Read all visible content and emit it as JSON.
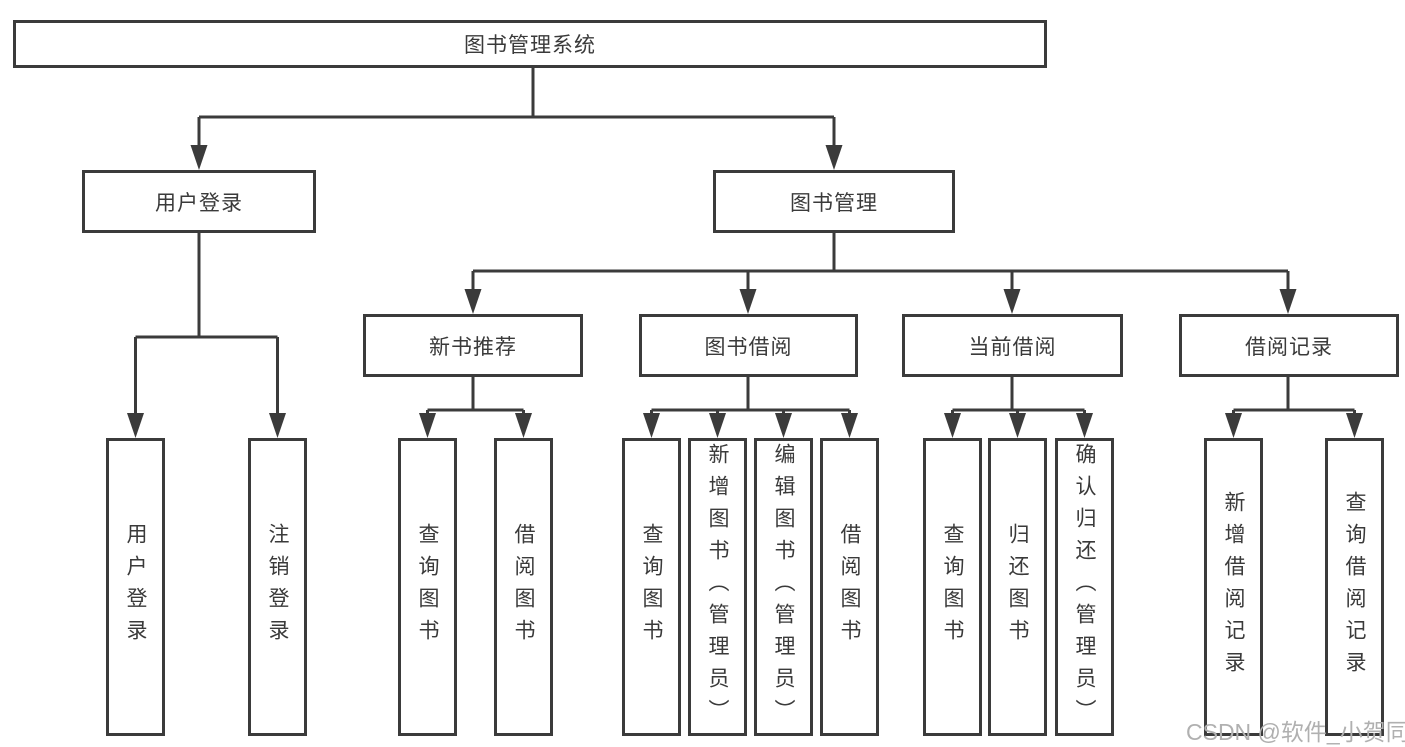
{
  "diagram": {
    "root": {
      "label": "图书管理系统"
    },
    "branches": [
      {
        "label": "用户登录",
        "children": [
          {
            "label": "用户登录"
          },
          {
            "label": "注销登录"
          }
        ]
      },
      {
        "label": "图书管理",
        "children": [
          {
            "label": "新书推荐",
            "children": [
              {
                "label": "查询图书"
              },
              {
                "label": "借阅图书"
              }
            ]
          },
          {
            "label": "图书借阅",
            "children": [
              {
                "label": "查询图书"
              },
              {
                "label": "新增图书（管理员）"
              },
              {
                "label": "编辑图书（管理员）"
              },
              {
                "label": "借阅图书"
              }
            ]
          },
          {
            "label": "当前借阅",
            "children": [
              {
                "label": "查询图书"
              },
              {
                "label": "归还图书"
              },
              {
                "label": "确认归还（管理员）"
              }
            ]
          },
          {
            "label": "借阅记录",
            "children": [
              {
                "label": "新增借阅记录"
              },
              {
                "label": "查询借阅记录"
              }
            ]
          }
        ]
      }
    ]
  },
  "watermark": {
    "text": "CSDN @软件_小贺同学"
  },
  "colors": {
    "line": "#3b3b3b",
    "text": "#3a3a3a",
    "watermark": "#b0b0b0",
    "background": "#ffffff"
  }
}
